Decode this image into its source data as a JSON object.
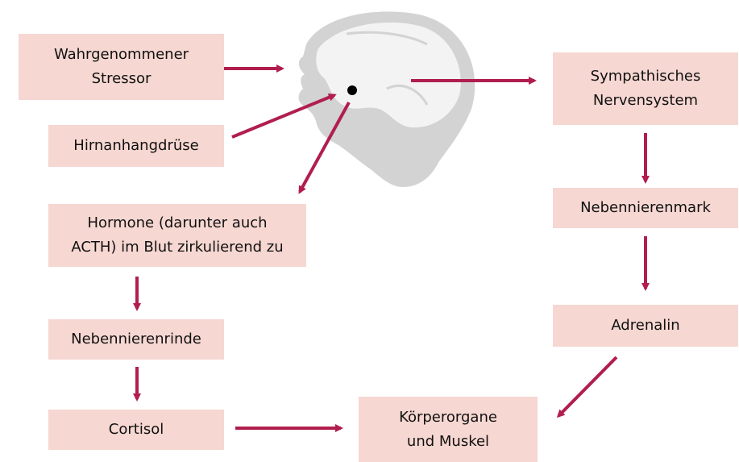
{
  "colors": {
    "box_fill": "#f6d7d2",
    "arrow": "#b11e4e",
    "head": "#d3d3d3",
    "brain": "#f3f3f3",
    "gland": "#000000"
  },
  "icons": {
    "head": "head-silhouette-icon",
    "gland": "pituitary-dot-icon"
  },
  "boxes": {
    "stressor": "Wahrgenommener\nStressor",
    "pituitary": "Hirnanhangdrüse",
    "hormones": "Hormone (darunter auch\nACTH) im Blut zirkulierend zu",
    "adrenal_cortex": "Nebennierenrinde",
    "cortisol": "Cortisol",
    "sympathetic": "Sympathisches\nNervensystem",
    "adrenal_medulla": "Nebennierenmark",
    "adrenaline": "Adrenalin",
    "organs": "Körperorgane\nund Muskel"
  }
}
